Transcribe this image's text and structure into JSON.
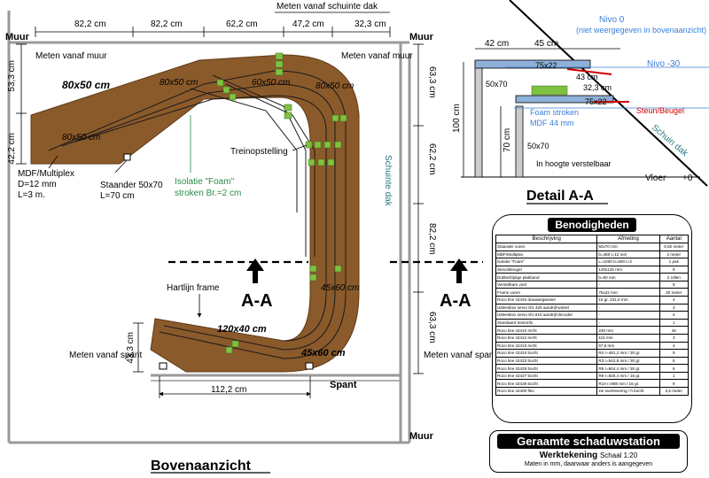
{
  "top_view": {
    "title": "Bovenaanzicht",
    "dims_top": [
      "82,2 cm",
      "82,2 cm",
      "62,2 cm",
      "47,2 cm",
      "32,3 cm"
    ],
    "dim_bottom": "112,2 cm",
    "dims_right": [
      "63,3 cm",
      "62,2 cm",
      "82,2 cm",
      "63,3 cm"
    ],
    "dims_left": [
      "53,3 cm",
      "42,2 cm"
    ],
    "dim_left_lower": "43,3 cm",
    "roof_label": "Meten vanaf schuinte dak",
    "wall_left_label": "Muur",
    "wall_right_label": "Muur",
    "wall_bottom_label": "Muur",
    "rafter_label": "Spant",
    "sloped_roof_label": "Schuinte dak",
    "measure_wall_left": "Meten vanaf muur",
    "measure_wall_right": "Meten vanaf muur",
    "measure_rafter_left": "Meten vanaf spant",
    "measure_rafter_right": "Meten vanaf spant",
    "board_size_1": "80x50 cm",
    "board_size_2": "80x50 cm",
    "board_size_3": "60x50 cm",
    "board_size_4": "80x50 cm",
    "board_size_5": "45x60 cm",
    "board_size_6": "120x40 cm",
    "board_size_7": "45x60 cm",
    "board_size_8": "80x50 cm",
    "mdf_label_1": "MDF/Multiplex",
    "mdf_label_2": "D=12 mm",
    "mdf_label_3": "L=3 m.",
    "post_label_1": "Staander 50x70",
    "post_label_2": "L=70 cm",
    "foam_label_1": "Isolatie \"Foam\"",
    "foam_label_2": "stroken Br.=2 cm",
    "staging_label": "Treinopstelling",
    "centerline_label": "Hartlijn frame",
    "section_label_left": "A-A",
    "section_label_right": "A-A"
  },
  "detail": {
    "title": "Detail A-A",
    "dim_42": "42 cm",
    "dim_45": "45 cm",
    "dim_75x22_top": "75x22",
    "dim_75x22_mid": "75x22",
    "dim_43": "43 cm",
    "dim_32": "32,3 cm",
    "dim_50x70_upper": "50x70",
    "dim_50x70_lower": "50x70",
    "dim_100": "100 cm",
    "dim_70": "70 cm",
    "foam_text": "Foam stroken",
    "mdf_text": "MDF 44 mm",
    "height_adjust": "In hoogte verstelbaar",
    "level_0": "Nivo 0",
    "level_0_note": "(niet weergegeven in bovenaanzicht)",
    "level_neg30": "Nivo -30",
    "bracket": "Steun/Beugel",
    "sloped_roof": "Schuin dak",
    "floor": "Vloer",
    "floor_level": "+0"
  },
  "bom": {
    "title": "Benodigheden",
    "headers": [
      "Beschrijving",
      "Afmeting",
      "Aantal"
    ],
    "rows": [
      [
        "Staander vuren",
        "50x70 mm",
        "6,50 meter"
      ],
      [
        "MDF/Multiplex",
        "b=450 l=12 mm",
        "2 meter"
      ],
      [
        "Isolatie \"Foam\"",
        "L=1000 b=500 t=3",
        "1 pak"
      ],
      [
        "Steun/Beugel",
        "120x120 mm",
        "9"
      ],
      [
        "Dubbelzijdige plakband",
        "b=50 mm",
        "2 rollen"
      ],
      [
        "Verstelbare voet",
        "-",
        "9"
      ],
      [
        "Frame vuren",
        "75x22 mm",
        "20 meter"
      ],
      [
        "Roco line 42434 draaiwegwissel",
        "15 gr. 231,5 mm",
        "4"
      ],
      [
        "Uitleesbox servo 8/1 420 aandrijf-wissel",
        "-",
        "3"
      ],
      [
        "Uitleesbox servo 8/1 810 aandrijf-decoder",
        "-",
        "4"
      ],
      [
        "Standaard treinrinfo",
        "-",
        "1"
      ],
      [
        "Roco line 42410 recht",
        "230 mm",
        "45"
      ],
      [
        "Roco line 42412 recht",
        "115 mm",
        "3"
      ],
      [
        "Roco line 42413 recht",
        "57,5 mm",
        "4"
      ],
      [
        "Roco line 42424 bocht",
        "R4 r=481,2 mm / 30 gr.",
        "9"
      ],
      [
        "Roco line 42423 bocht",
        "R3 r=542,8 mm / 30 gr.",
        "6"
      ],
      [
        "Roco line 42425 bocht",
        "R5 r=604,4 mm / 30 gr.",
        "6"
      ],
      [
        "Roco line 42427 bocht",
        "R9 r=826,4 mm / 15 gr.",
        "1"
      ],
      [
        "Roco line 42428 bocht",
        "R10 r=888 mm / 15 gr.",
        "9"
      ],
      [
        "Roco line 42400 flex",
        "zie overlevering / h bocht",
        "2,5 meter"
      ]
    ]
  },
  "title_block": {
    "main": "Geraamte schaduwstation",
    "sub": "Werktekening",
    "scale": "Schaal 1:20",
    "note": "Maten in mm, daarwaar anders is aangegeven"
  },
  "colors": {
    "board": "#8b5a2b",
    "track": "#1a1a1a",
    "switch": "#7fc241",
    "level0": "#3b7fd9",
    "red": "#d00000"
  }
}
